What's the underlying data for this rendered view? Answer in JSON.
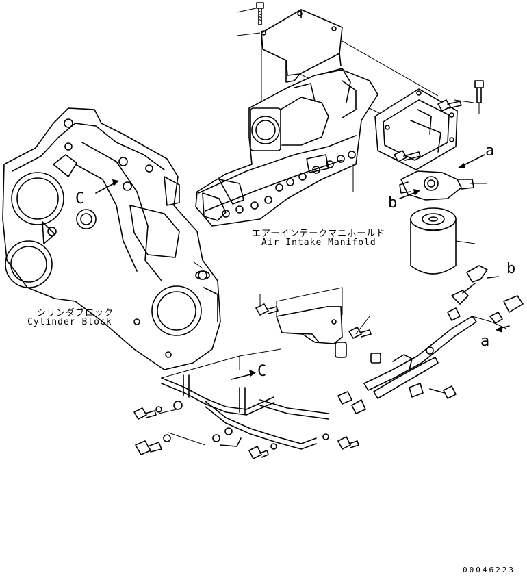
{
  "labels": {
    "air_intake_jp": "エアーインテークマニホールド",
    "air_intake_en": "Air Intake Manifold",
    "cylinder_block_jp": "シリンダブロック",
    "cylinder_block_en": "Cylinder Block",
    "ref_a_upper": "a",
    "ref_a_lower": "a",
    "ref_b_left": "b",
    "ref_b_right": "b",
    "ref_c_block": "C",
    "ref_c_tube": "C",
    "drawing_code": "00046223"
  }
}
